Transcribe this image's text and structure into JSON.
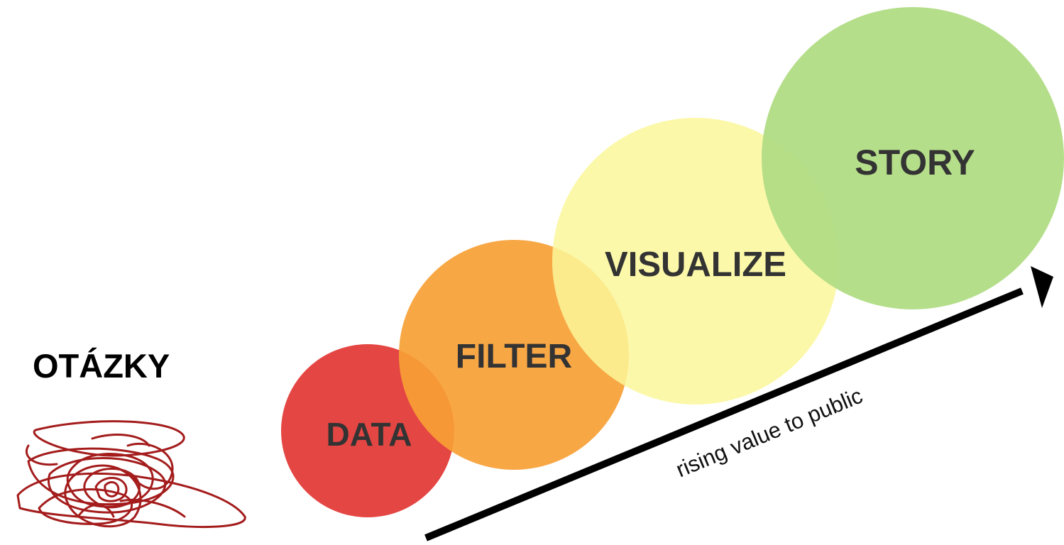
{
  "diagram": {
    "stages": [
      {
        "label": "DATA",
        "color": "#e3403d"
      },
      {
        "label": "FILTER",
        "color": "#f7a035"
      },
      {
        "label": "VISUALIZE",
        "color": "#fbf79a"
      },
      {
        "label": "STORY",
        "color": "#b2dd85"
      }
    ],
    "arrow": {
      "label": "rising value to public",
      "color": "#000000"
    }
  },
  "questions": {
    "heading": "OTÁZKY",
    "scribble_color": "#a41c1c"
  }
}
